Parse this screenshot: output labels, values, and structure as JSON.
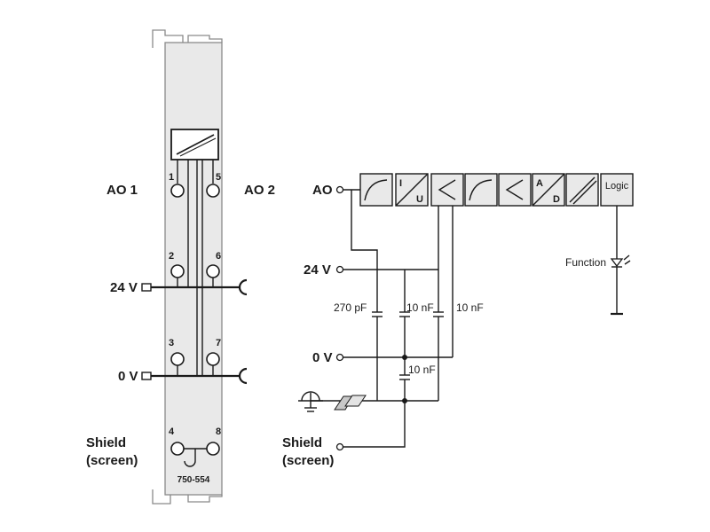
{
  "module": {
    "part_number": "750-554",
    "labels": {
      "ao1": "AO 1",
      "ao2": "AO 2",
      "v24": "24 V",
      "v0": "0 V",
      "shield_line1": "Shield",
      "shield_line2": "(screen)"
    },
    "pins": [
      "1",
      "5",
      "2",
      "6",
      "3",
      "7",
      "4",
      "8"
    ]
  },
  "schematic": {
    "labels": {
      "ao": "AO",
      "v24": "24 V",
      "v0": "0 V",
      "shield_line1": "Shield",
      "shield_line2": "(screen)",
      "function": "Function"
    },
    "capacitors": {
      "c_ao": "270 pF",
      "c_24v_a": "10 nF",
      "c_24v_b": "10 nF",
      "c_0v": "10 nF"
    },
    "blocks": {
      "iu_i": "I",
      "iu_u": "U",
      "ad_a": "A",
      "ad_d": "D",
      "logic": "Logic"
    }
  }
}
